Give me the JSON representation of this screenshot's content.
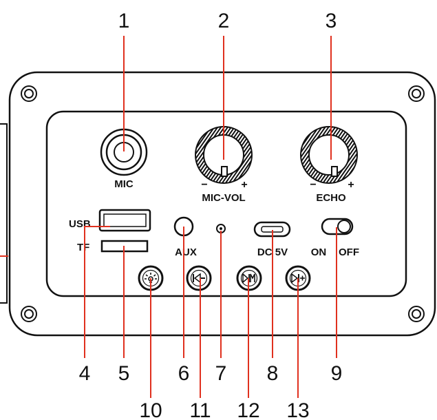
{
  "callouts": {
    "n1": "1",
    "n2": "2",
    "n3": "3",
    "n4": "4",
    "n5": "5",
    "n6": "6",
    "n7": "7",
    "n8": "8",
    "n9": "9",
    "n10": "10",
    "n11": "11",
    "n12": "12",
    "n13": "13"
  },
  "labels": {
    "mic": "MIC",
    "mic_vol": "MIC-VOL",
    "echo": "ECHO",
    "usb": "USB",
    "tf": "TF",
    "aux": "AUX",
    "dc": "DC 5V",
    "on": "ON",
    "off": "OFF",
    "minus": "−",
    "plus": "+"
  },
  "colors": {
    "leader": "#e0301e",
    "stroke": "#111111",
    "panel": "#ffffff"
  },
  "icons": {
    "light": "light-icon",
    "prev": "previous-icon",
    "play_mode": "play-pause-mode-icon",
    "next": "next-icon"
  }
}
